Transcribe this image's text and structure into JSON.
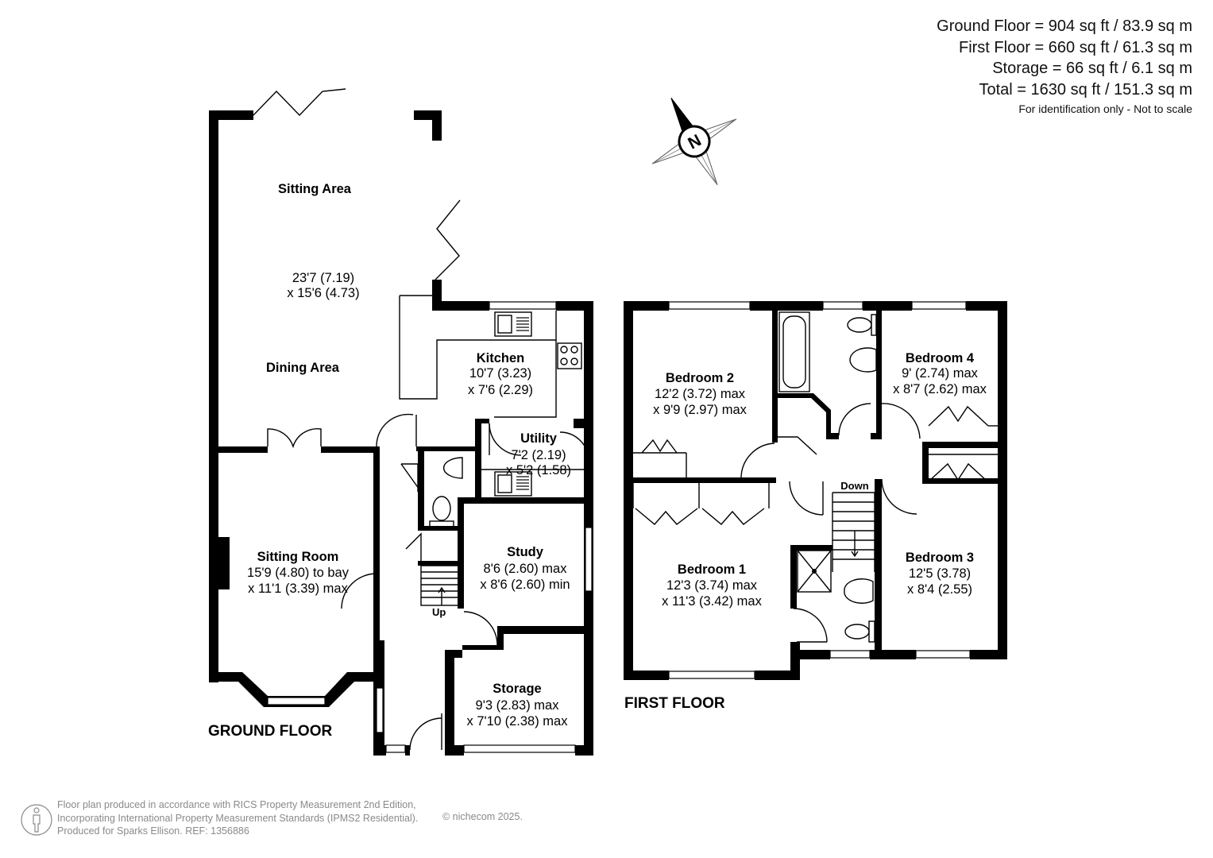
{
  "areas": {
    "ground": "Ground Floor = 904 sq ft / 83.9 sq m",
    "first": "First Floor = 660 sq ft / 61.3 sq m",
    "storage": "Storage = 66 sq ft / 6.1 sq m",
    "total": "Total = 1630 sq ft / 151.3 sq m",
    "note": "For identification only - Not to scale"
  },
  "floor_labels": {
    "ground": "GROUND FLOOR",
    "first": "FIRST FLOOR"
  },
  "rooms": {
    "sitting_area": {
      "name": "Sitting Area"
    },
    "dining_area": {
      "name": "Dining  Area",
      "dims": [
        "23'7 (7.19)",
        "x 15'6 (4.73)"
      ]
    },
    "kitchen": {
      "name": "Kitchen",
      "dims": [
        "10'7 (3.23)",
        "x 7'6 (2.29)"
      ]
    },
    "utility": {
      "name": "Utility",
      "dims": [
        "7'2 (2.19)",
        "x 5'2 (1.58)"
      ]
    },
    "sitting_room": {
      "name": "Sitting Room",
      "dims": [
        "15'9 (4.80) to bay",
        "x 11'1 (3.39) max"
      ]
    },
    "study": {
      "name": "Study",
      "dims": [
        "8'6 (2.60) max",
        "x 8'6 (2.60) min"
      ]
    },
    "storage": {
      "name": "Storage",
      "dims": [
        "9'3 (2.83) max",
        "x 7'10 (2.38) max"
      ]
    },
    "bedroom1": {
      "name": "Bedroom 1",
      "dims": [
        "12'3 (3.74) max",
        "x 11'3 (3.42) max"
      ]
    },
    "bedroom2": {
      "name": "Bedroom 2",
      "dims": [
        "12'2 (3.72) max",
        "x 9'9 (2.97) max"
      ]
    },
    "bedroom3": {
      "name": "Bedroom 3",
      "dims": [
        "12'5 (3.78)",
        "x 8'4 (2.55)"
      ]
    },
    "bedroom4": {
      "name": "Bedroom 4",
      "dims": [
        "9' (2.74) max",
        "x 8'7 (2.62) max"
      ]
    }
  },
  "stairs": {
    "up": "Up",
    "down": "Down"
  },
  "compass": {
    "label": "N"
  },
  "footer": {
    "line1": "Floor plan produced in accordance with RICS Property Measurement 2nd Edition,",
    "line2": "Incorporating International Property Measurement Standards (IPMS2 Residential).",
    "line3": "Produced for Sparks Ellison.   REF: 1356886",
    "brand": "© nichecom 2025."
  }
}
